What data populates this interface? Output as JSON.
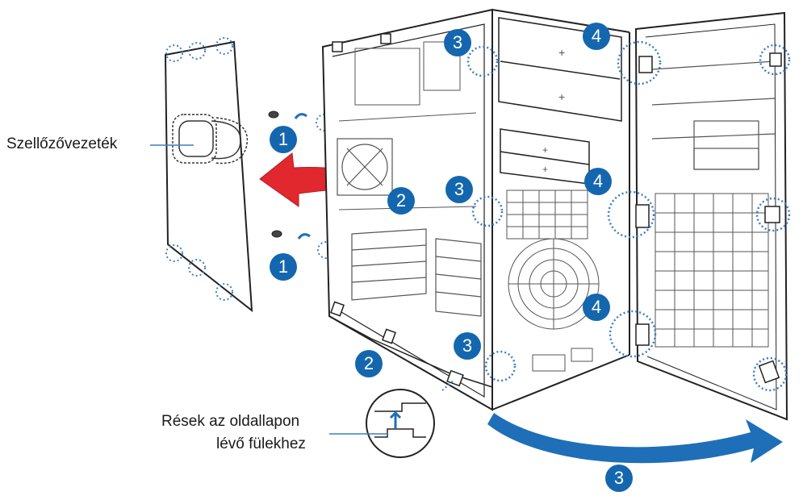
{
  "labels": {
    "duct": "Szellőzővezeték",
    "slots_line1": "Rések az oldallapon",
    "slots_line2": "lévő fülekhez"
  },
  "steps": {
    "left_upper": "1",
    "left_lower": "1",
    "red_arrow": "2",
    "base_left": "2",
    "top_3": "3",
    "mid_3": "3",
    "low_3": "3",
    "swing_3": "3",
    "top_4": "4",
    "mid_4": "4",
    "low_4": "4"
  },
  "colors": {
    "step_badge": "#1467ae",
    "push_arrow": "#e0282e",
    "swing_arrow": "#1e6fb8",
    "callout_dots": "#3b7fc4",
    "line_art": "#222222"
  }
}
